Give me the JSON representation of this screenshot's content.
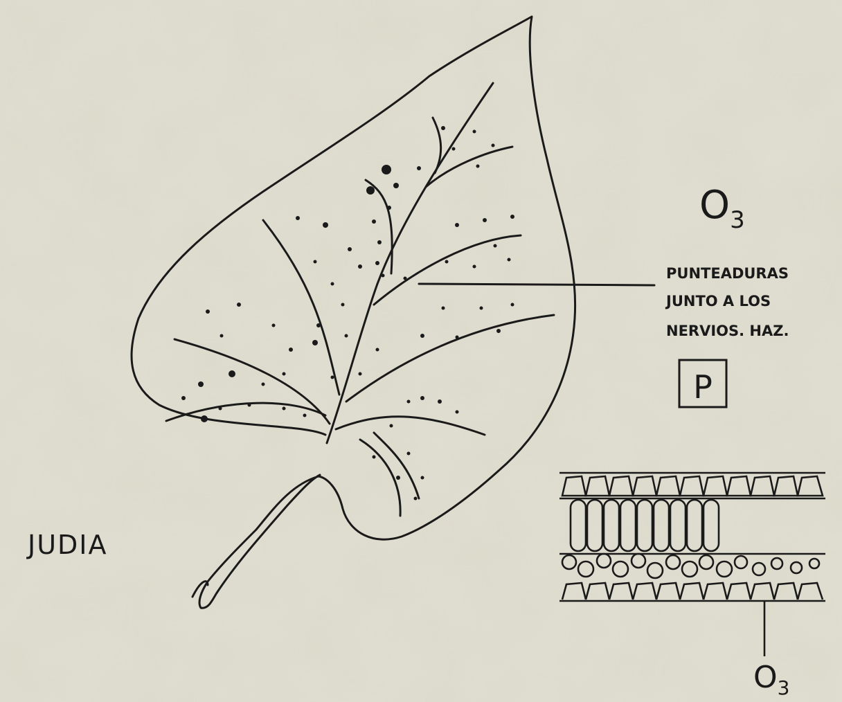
{
  "diagram": {
    "plant_label": "JUDIA",
    "pollutant_label": "O3",
    "pollutant_main": "O",
    "pollutant_sub": "3",
    "annotation_lines": [
      "PUNTEADURAS",
      "JUNTO A LOS",
      "NERVIOS. HAZ."
    ],
    "box_letter": "P",
    "section_label_main": "O",
    "section_label_sub": "3"
  },
  "colors": {
    "paper": "#dcdacb",
    "ink": "#1a1a1a"
  }
}
